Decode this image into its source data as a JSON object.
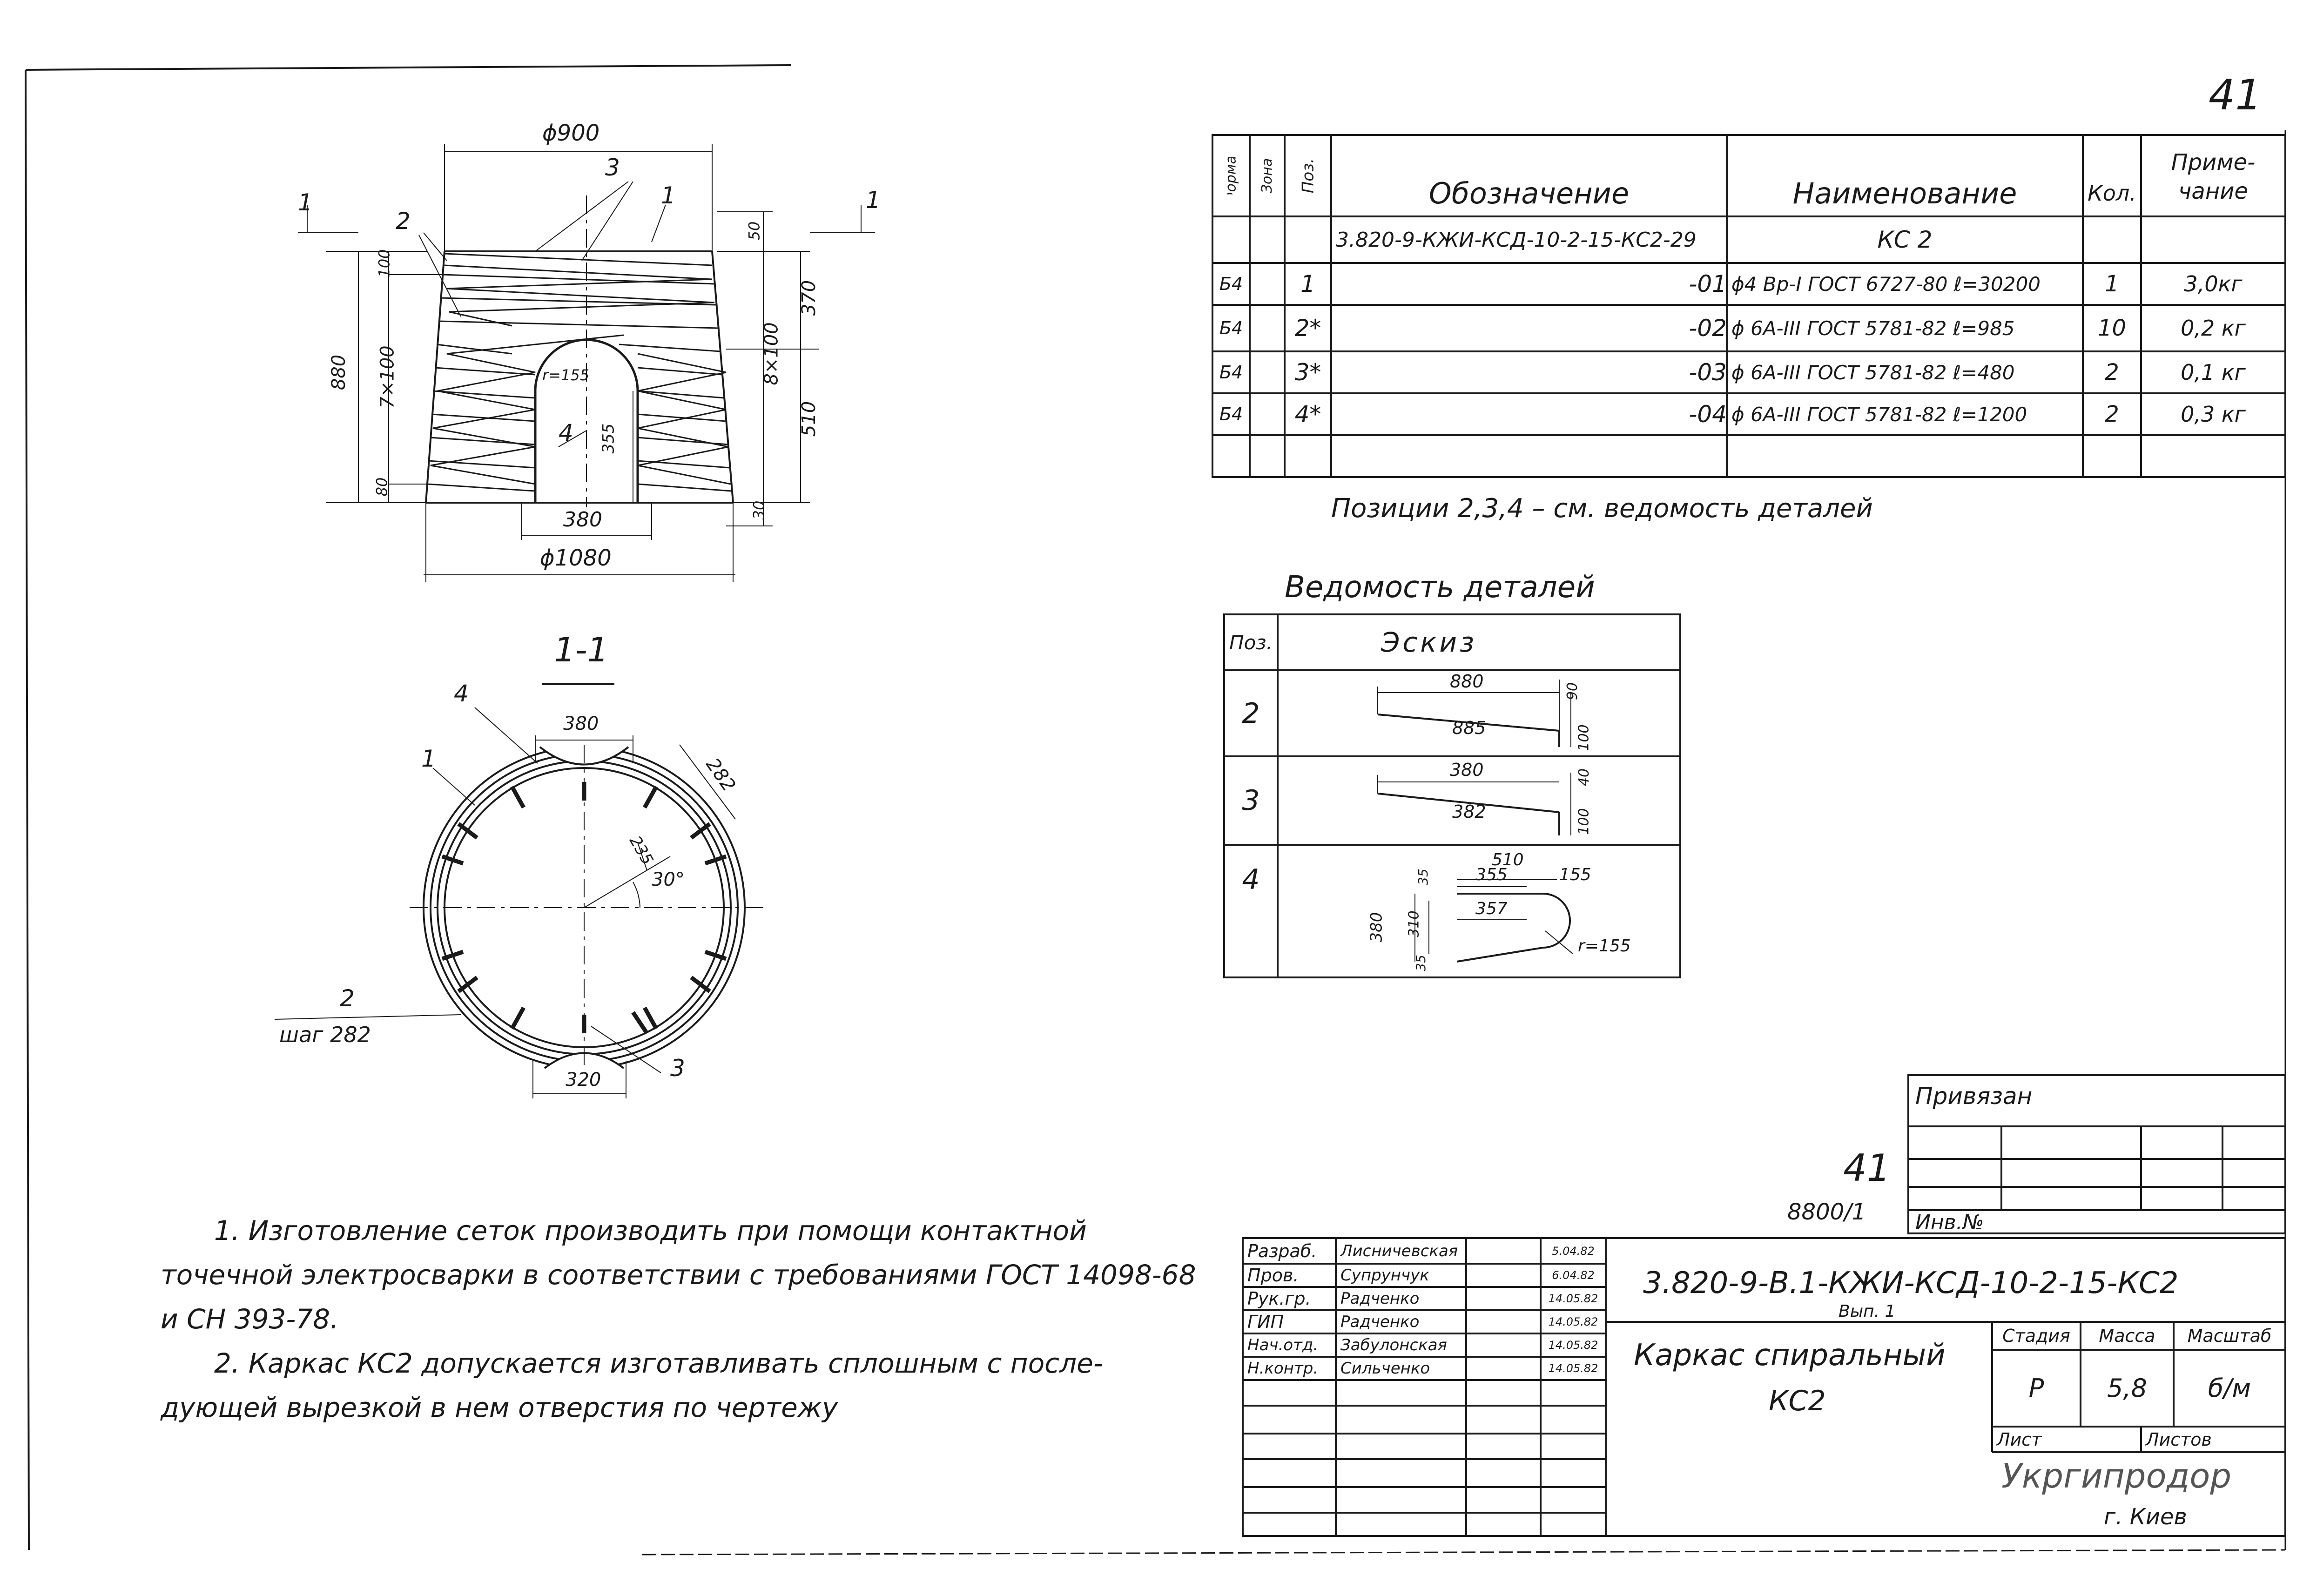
{
  "sheet_number": "41",
  "spec_table": {
    "headers": {
      "format": "Формат",
      "zone": "Зона",
      "pos": "Поз.",
      "designation": "Обозначение",
      "name": "Наименование",
      "qty": "Кол.",
      "note": "Приме-чание"
    },
    "rows": [
      {
        "format": "",
        "pos": "",
        "designation": "3.820-9-КЖИ-КСД-10-2-15-КС2-29",
        "name": "КС 2",
        "qty": "",
        "note": ""
      },
      {
        "format": "Б4",
        "pos": "1",
        "designation": "-01",
        "name": "ϕ4 Вр-I ГОСТ 6727-80 ℓ=30200",
        "qty": "1",
        "note": "3,0кг"
      },
      {
        "format": "Б4",
        "pos": "2*",
        "designation": "-02",
        "name": "ϕ 6А-III ГОСТ 5781-82 ℓ=985",
        "qty": "10",
        "note": "0,2 кг"
      },
      {
        "format": "Б4",
        "pos": "3*",
        "designation": "-03",
        "name": "ϕ 6А-III ГОСТ 5781-82 ℓ=480",
        "qty": "2",
        "note": "0,1 кг"
      },
      {
        "format": "Б4",
        "pos": "4*",
        "designation": "-04",
        "name": "ϕ 6А-III ГОСТ 5781-82 ℓ=1200",
        "qty": "2",
        "note": "0,3 кг"
      }
    ]
  },
  "positions_note": "Позиции 2,3,4 – см. ведомость деталей",
  "details": {
    "title": "Ведомость деталей",
    "headers": {
      "pos": "Поз.",
      "sketch": "Эскиз"
    },
    "rows": [
      {
        "pos": "2",
        "dims": [
          "880",
          "885",
          "90",
          "100"
        ]
      },
      {
        "pos": "3",
        "dims": [
          "380",
          "382",
          "40",
          "100"
        ]
      },
      {
        "pos": "4",
        "dims": [
          "510",
          "355",
          "155",
          "357",
          "380",
          "310",
          "35",
          "35",
          "r=155"
        ]
      }
    ]
  },
  "elevation": {
    "labels": {
      "d_top": "ϕ900",
      "d_bottom": "ϕ1080",
      "h_total": "880",
      "pitch_left": "7×100",
      "top_off": "100",
      "bottom_off": "80",
      "right_top": "50",
      "right_370": "370",
      "right_pitch": "8×100",
      "right_510": "510",
      "right_30": "30",
      "opening_w": "380",
      "opening_h": "355",
      "radius": "r=155",
      "callout_1": "1",
      "callout_2": "2",
      "callout_3": "3",
      "callout_4": "4",
      "section_mark": "1"
    }
  },
  "section": {
    "title": "1-1",
    "labels": {
      "top_opening": "380",
      "bottom_opening": "320",
      "arc_282": "282",
      "dim_235": "235",
      "angle": "30°",
      "callout_1": "1",
      "callout_2": "2",
      "pitch": "шаг 282",
      "callout_3": "3",
      "callout_4": "4"
    }
  },
  "notes": [
    "1. Изготовление сеток производить при помощи контактной",
    "точечной электросварки в соответствии с требованиями ГОСТ 14098-68",
    "и СН 393-78.",
    "2. Каркас КС2 допускается изготавливать сплошным с после-",
    "дующей вырезкой в нем отверстия по чертежу"
  ],
  "stamp_handwritten": {
    "number": "41",
    "code": "8800/1"
  },
  "binding_block": {
    "title": "Привязан",
    "inv": "Инв.№"
  },
  "title_block": {
    "roles": [
      {
        "role": "Разраб.",
        "name": "Лисничевская",
        "date": "5.04.82"
      },
      {
        "role": "Пров.",
        "name": "Супрунчук",
        "date": "6.04.82"
      },
      {
        "role": "Рук.гр.",
        "name": "Радченко",
        "date": "14.05.82"
      },
      {
        "role": "ГИП",
        "name": "Радченко",
        "date": "14.05.82"
      },
      {
        "role": "Нач.отд.",
        "name": "Забулонская",
        "date": "14.05.82"
      },
      {
        "role": "Н.контр.",
        "name": "Сильченко",
        "date": "14.05.82"
      }
    ],
    "doc_code": "3.820-9-В.1-КЖИ-КСД-10-2-15-КС2",
    "issue": "Вып. 1",
    "title_line1": "Каркас спиральный",
    "title_line2": "КС2",
    "stage_label": "Стадия",
    "mass_label": "Масса",
    "scale_label": "Масштаб",
    "stage": "Р",
    "mass": "5,8",
    "scale": "б/м",
    "sheet_label": "Лист",
    "sheets_label": "Листов",
    "org": "Укргипродор",
    "city": "г. Киев"
  }
}
